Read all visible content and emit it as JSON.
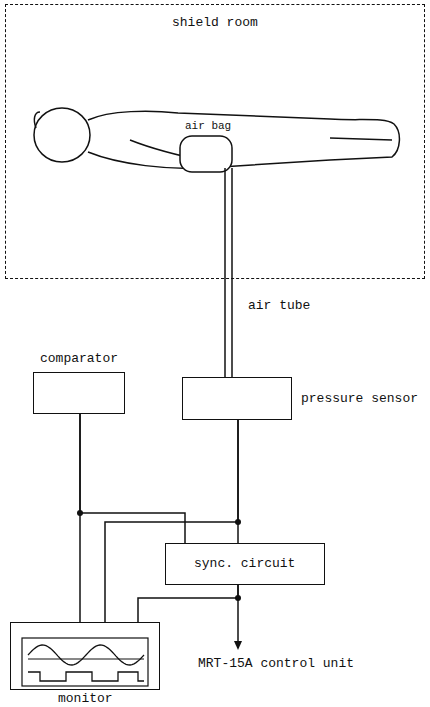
{
  "diagram": {
    "nodes": [
      {
        "text": [
          "shield room"
        ]
      },
      {
        "text": [
          "comparator"
        ]
      },
      {
        "text": [
          "pressure sensor"
        ]
      },
      {
        "text": [
          "sync. circuit"
        ]
      },
      {
        "text": [
          "monitor"
        ]
      }
    ],
    "edges": [
      {
        "from": 0,
        "to": 2,
        "arrow": "none"
      },
      {
        "from": 1,
        "to": 3,
        "arrow": "none"
      },
      {
        "from": 1,
        "to": 4,
        "arrow": "none"
      },
      {
        "from": 2,
        "to": 3,
        "arrow": "none"
      },
      {
        "from": 2,
        "to": 4,
        "arrow": "none"
      },
      {
        "from": 3,
        "to": 4,
        "arrow": "none"
      }
    ],
    "labels": [
      "air bag",
      "air tube",
      "MRT-15A control unit"
    ]
  }
}
